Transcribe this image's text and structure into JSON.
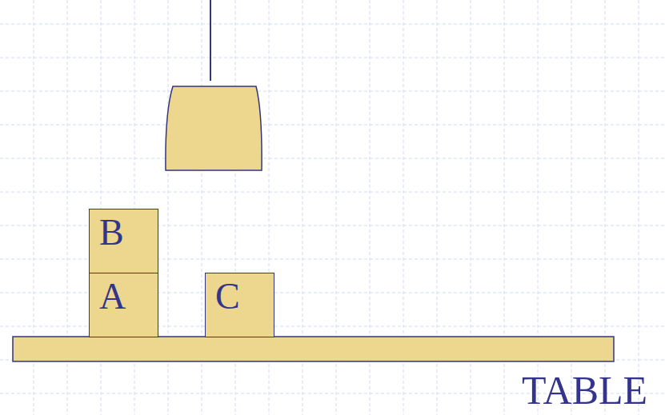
{
  "diagram": {
    "nodes": [
      {
        "text": [
          "B"
        ]
      },
      {
        "text": [
          "A"
        ]
      },
      {
        "text": [
          "C"
        ]
      }
    ],
    "labels": [
      "TABLE"
    ]
  }
}
